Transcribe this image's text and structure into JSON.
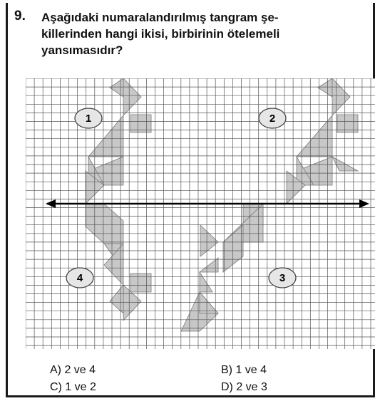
{
  "question": {
    "number": "9.",
    "lines": [
      "Aşağıdaki numaralandırılmış tangram şe-",
      "killerinden hangi ikisi, birbirinin ötelemeli",
      "yansımasıdır?"
    ]
  },
  "figure": {
    "shape_fill": "#c8c8c8",
    "grid_color": "#555555",
    "labels": [
      "1",
      "2",
      "3",
      "4"
    ]
  },
  "choices": [
    "A) 2 ve 4",
    "B) 1 ve 4",
    "C) 1 ve 2",
    "D) 2 ve 3"
  ]
}
